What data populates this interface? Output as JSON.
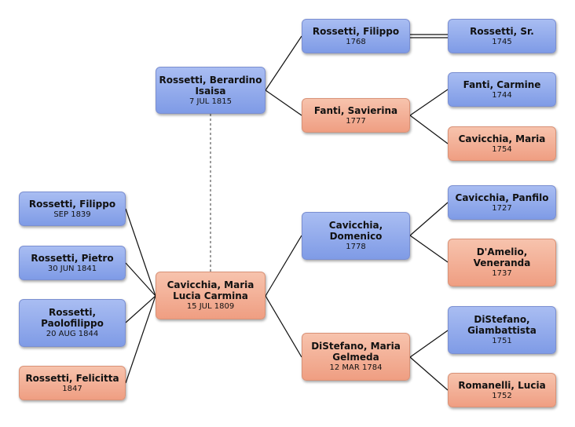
{
  "people": {
    "berardino": {
      "name": "Rossetti, Berardino Isaisa",
      "date": "7 JUL 1815"
    },
    "filippo_1768": {
      "name": "Rossetti, Filippo",
      "date": "1768"
    },
    "rossetti_sr": {
      "name": "Rossetti, Sr.",
      "date": "1745"
    },
    "savierina": {
      "name": "Fanti, Savierina",
      "date": "1777"
    },
    "carmine": {
      "name": "Fanti, Carmine",
      "date": "1744"
    },
    "cavicchia_maria": {
      "name": "Cavicchia, Maria",
      "date": "1754"
    },
    "maria_lucia": {
      "name": "Cavicchia, Maria Lucia Carmina",
      "date": "15 JUL 1809"
    },
    "domenico": {
      "name": "Cavicchia, Domenico",
      "date": "1778"
    },
    "panfilo": {
      "name": "Cavicchia, Panfilo",
      "date": "1727"
    },
    "veneranda": {
      "name": "D'Amelio, Veneranda",
      "date": "1737"
    },
    "distefano_maria": {
      "name": "DiStefano, Maria Gelmeda",
      "date": "12 MAR 1784"
    },
    "giambattista": {
      "name": "DiStefano, Giambattista",
      "date": "1751"
    },
    "romanelli": {
      "name": "Romanelli, Lucia",
      "date": "1752"
    },
    "child_filippo": {
      "name": "Rossetti, Filippo",
      "date": "SEP 1839"
    },
    "child_pietro": {
      "name": "Rossetti, Pietro",
      "date": "30 JUN 1841"
    },
    "child_paolofilippo": {
      "name": "Rossetti, Paolofilippo",
      "date": "20 AUG 1844"
    },
    "child_felicitta": {
      "name": "Rossetti, Felicitta",
      "date": "1847"
    }
  },
  "colors": {
    "male": "#8aa5ea",
    "female": "#f3ae94",
    "line": "#111111"
  }
}
